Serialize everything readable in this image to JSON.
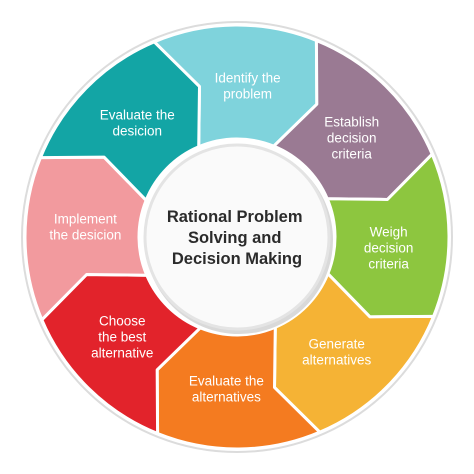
{
  "diagram": {
    "center_title_lines": [
      "Rational Problem",
      "Solving and",
      "Decision Making"
    ],
    "steps": [
      {
        "lines": [
          "Identify the",
          "problem"
        ],
        "color": "#7fd3dc"
      },
      {
        "lines": [
          "Establish",
          "decision",
          "criteria"
        ],
        "color": "#9a7a93"
      },
      {
        "lines": [
          "Weigh",
          "decision",
          "criteria"
        ],
        "color": "#8dc63f"
      },
      {
        "lines": [
          "Generate",
          "alternatives"
        ],
        "color": "#f5b335"
      },
      {
        "lines": [
          "Evaluate the",
          "alternatives"
        ],
        "color": "#f47b20"
      },
      {
        "lines": [
          "Choose",
          "the best",
          "alternative"
        ],
        "color": "#e2232b"
      },
      {
        "lines": [
          "Implement",
          "the desicion"
        ],
        "color": "#f29a9e"
      },
      {
        "lines": [
          "Evaluate the",
          "desicion"
        ],
        "color": "#13a5a5"
      }
    ],
    "outline_color": "#dcdcdc",
    "center_fill": "#fafafa"
  }
}
